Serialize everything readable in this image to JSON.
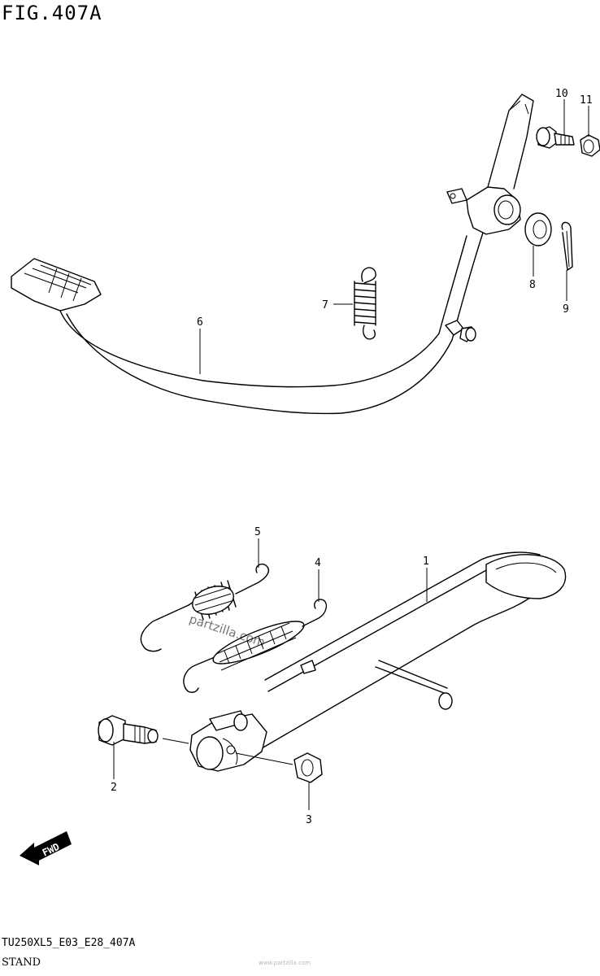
{
  "figure_title": "FIG.407A",
  "footer": {
    "code": "TU250XL5_E03_E28_407A",
    "name": "STAND"
  },
  "watermark": "www.partzilla.com",
  "stamp": {
    "text": "partzilla.com"
  },
  "fwd_label": "FWD",
  "callouts": [
    {
      "id": "1",
      "label": "1"
    },
    {
      "id": "2",
      "label": "2"
    },
    {
      "id": "3",
      "label": "3"
    },
    {
      "id": "4",
      "label": "4"
    },
    {
      "id": "5",
      "label": "5"
    },
    {
      "id": "6",
      "label": "6"
    },
    {
      "id": "7",
      "label": "7"
    },
    {
      "id": "8",
      "label": "8"
    },
    {
      "id": "9",
      "label": "9"
    },
    {
      "id": "10",
      "label": "10"
    },
    {
      "id": "11",
      "label": "11"
    }
  ]
}
